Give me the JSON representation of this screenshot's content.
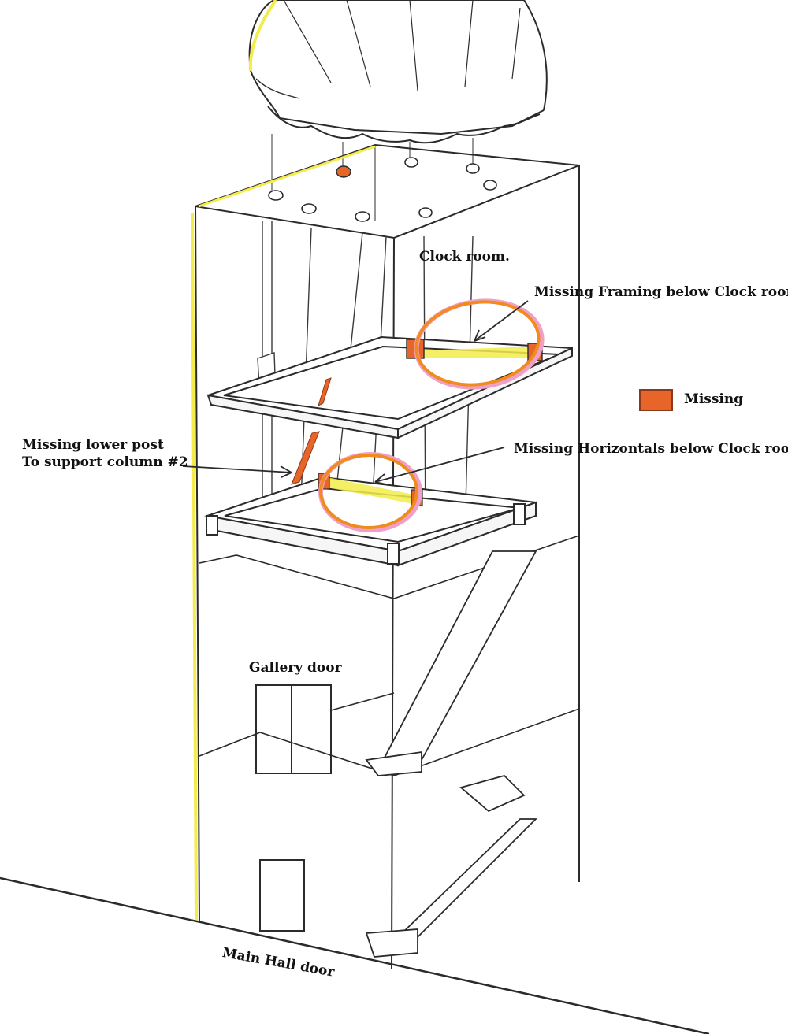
{
  "labels": {
    "clock_room": "Clock room.",
    "missing_framing": "Missing Framing below Clock room",
    "missing_horizontals": "Missing  Horizontals below Clock room.",
    "missing_lower_post_line1": "Missing lower post",
    "missing_lower_post_line2": "To support column #2",
    "gallery_door": "Gallery door",
    "main_hall_door": "Main Hall door"
  },
  "legend": {
    "label": "Missing",
    "color": "#e8652a"
  },
  "colors": {
    "pencil": "#2b2b2b",
    "highlight_yellow": "#f3ec4a",
    "circle_orange": "#f08c1e",
    "circle_pink": "#f0a0c8",
    "missing_orange": "#e8652a"
  }
}
